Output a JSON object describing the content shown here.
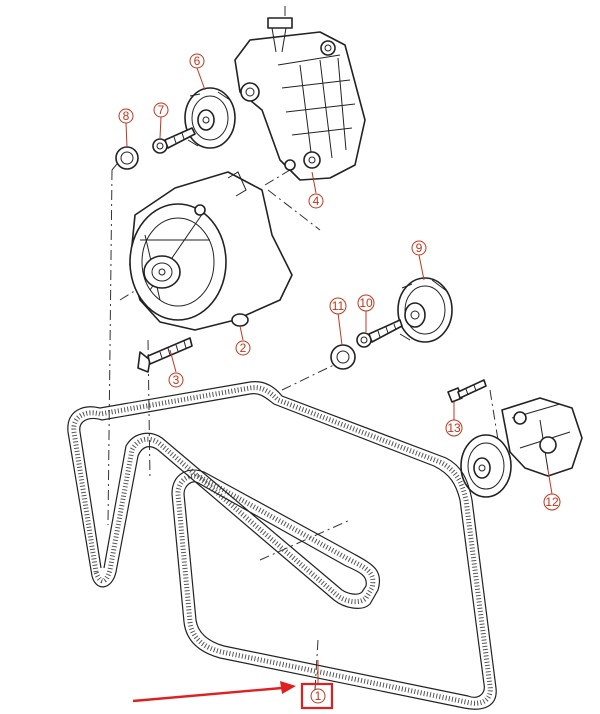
{
  "parts": [
    {
      "id": "belt",
      "number": "1",
      "name": "poly-v-belt"
    },
    {
      "id": "bracket-stud",
      "number": "2"
    },
    {
      "id": "alt-bolt",
      "number": "3"
    },
    {
      "id": "alt-bracket",
      "number": "4"
    },
    {
      "id": "idler-top",
      "number": "6"
    },
    {
      "id": "idler-top-bolt",
      "number": "7"
    },
    {
      "id": "idler-top-cap",
      "number": "8"
    },
    {
      "id": "idler-mid",
      "number": "9"
    },
    {
      "id": "idler-mid-bolt",
      "number": "10"
    },
    {
      "id": "idler-mid-cap",
      "number": "11"
    },
    {
      "id": "tensioner",
      "number": "12"
    },
    {
      "id": "tensioner-bolt",
      "number": "13"
    }
  ],
  "highlight": {
    "part_number": "1",
    "box_color": "#e02020",
    "arrow_color": "#e02020"
  },
  "callout_color": "#c0361c"
}
